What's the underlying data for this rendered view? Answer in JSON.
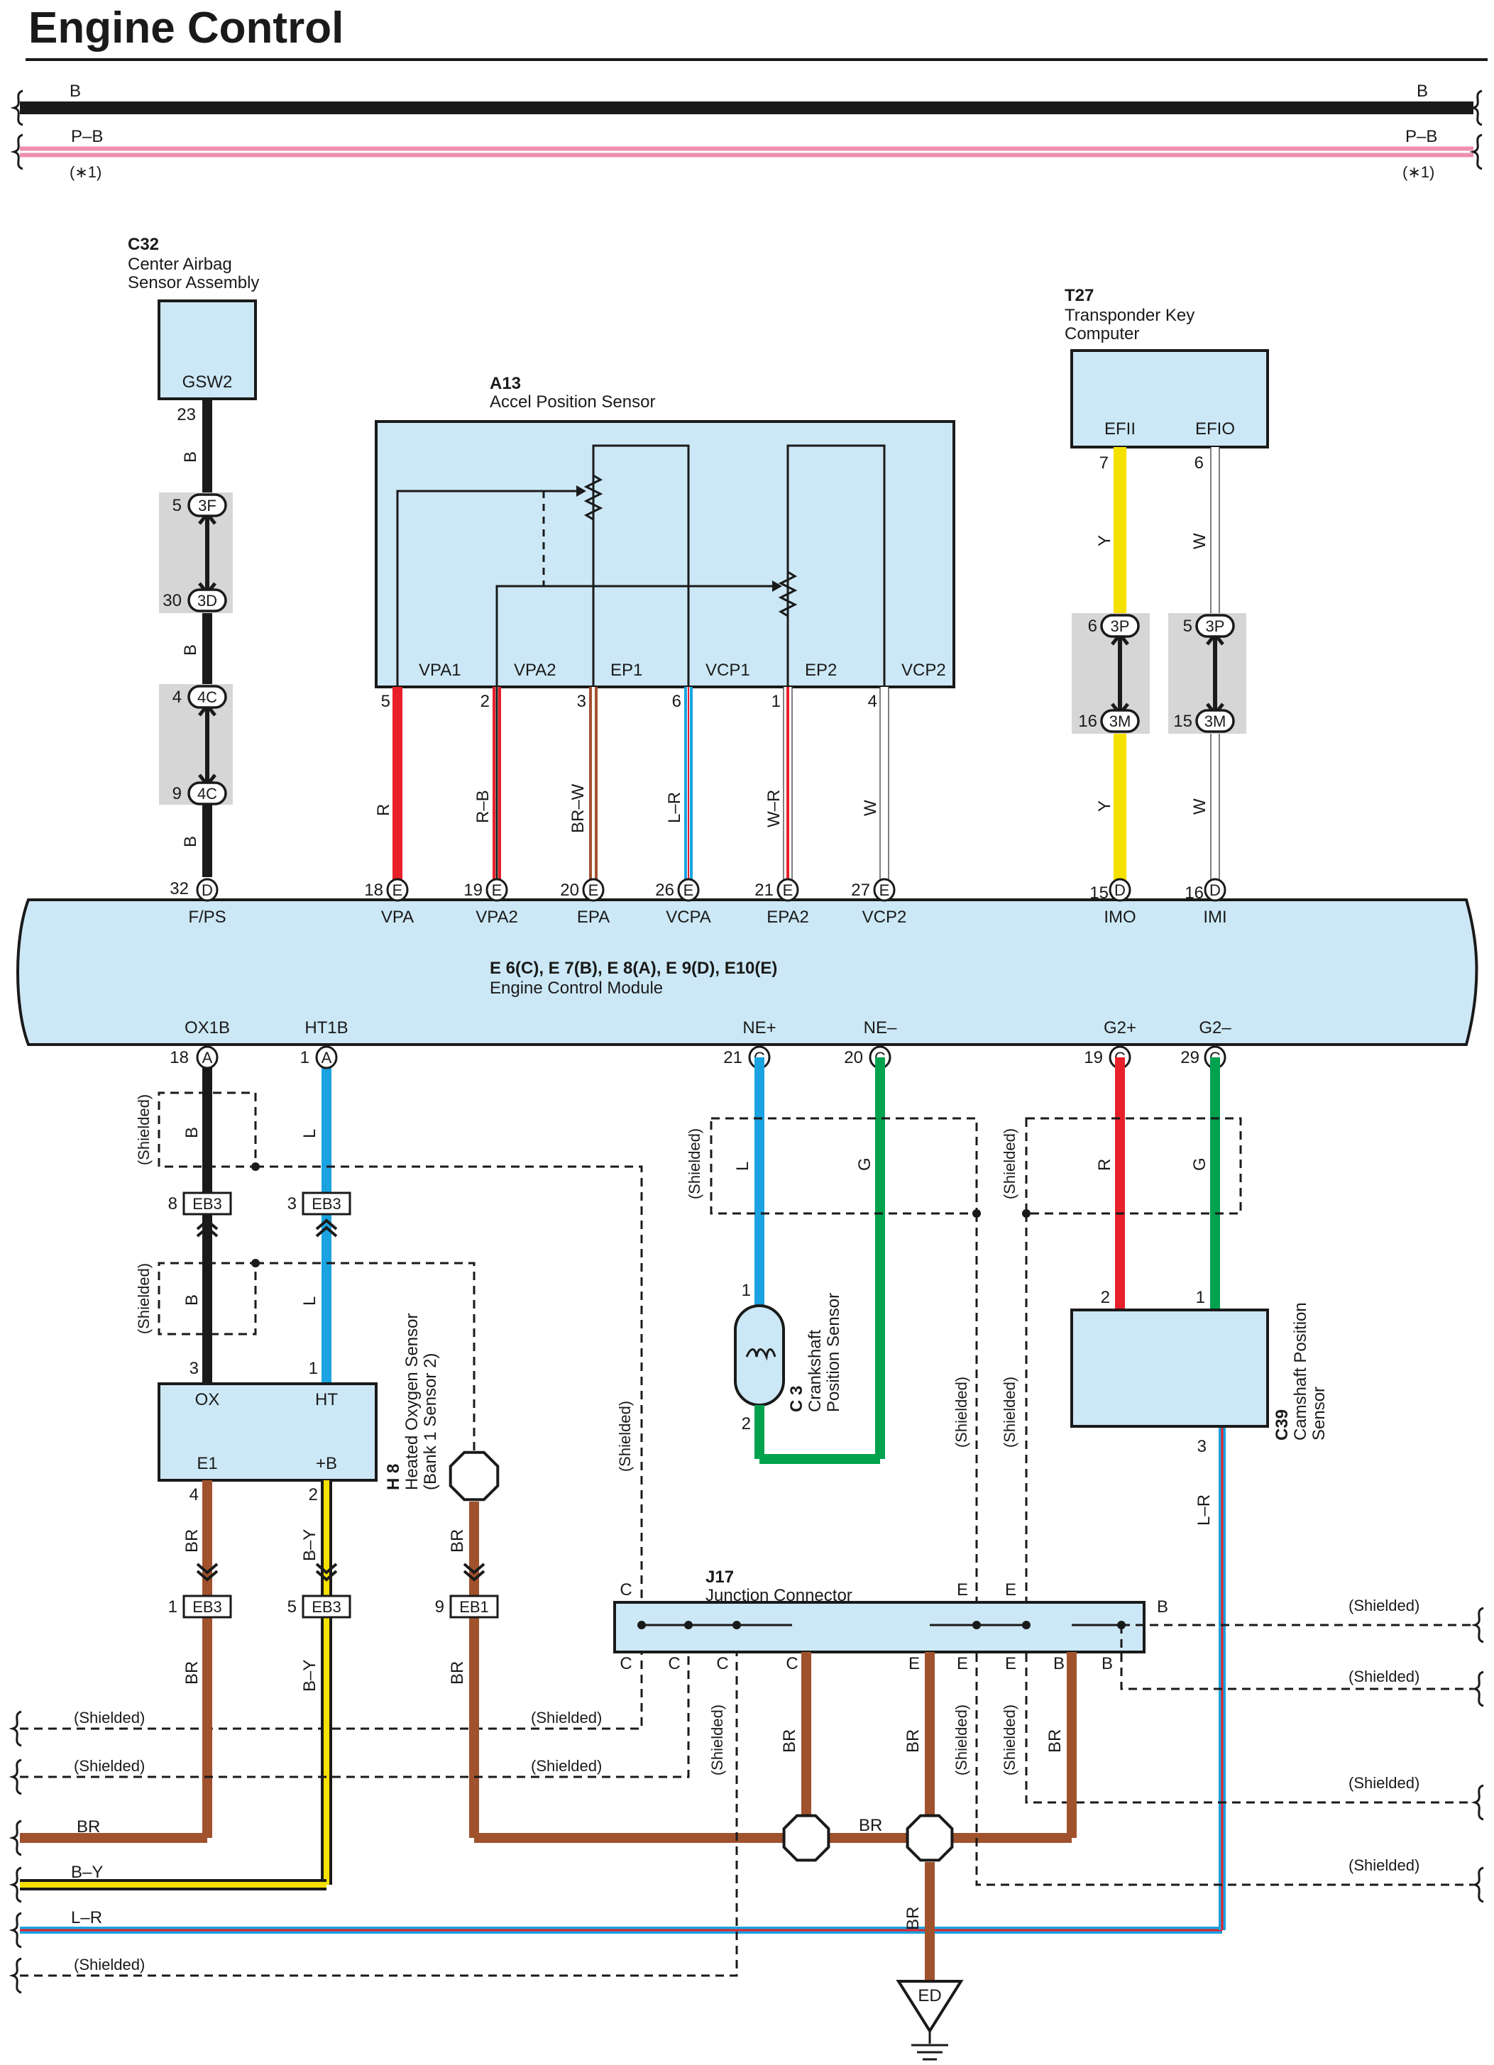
{
  "page_title": "Engine Control",
  "colors": {
    "box_fill": "#cce8f6",
    "black": "#1a1a1a",
    "red": "#e8202a",
    "brown": "#a0522d",
    "blue": "#1aa3e0",
    "green": "#00a24e",
    "yellow": "#f5e000",
    "pink": "#f08cb0",
    "connector_gray": "#d6d6d6"
  },
  "top_bus": {
    "b_left": "B",
    "b_right": "B",
    "pb_left": "P–B",
    "pb_right": "P–B",
    "note_left": "(∗1)",
    "note_right": "(∗1)"
  },
  "c32": {
    "code": "C32",
    "line1": "Center Airbag",
    "line2": "Sensor Assembly",
    "terminal": "GSW2"
  },
  "a13": {
    "code": "A13",
    "name": "Accel Position Sensor",
    "terminals": [
      "VPA1",
      "VPA2",
      "EP1",
      "VCP1",
      "EP2",
      "VCP2"
    ]
  },
  "t27": {
    "code": "T27",
    "line1": "Transponder Key",
    "line2": "Computer",
    "terminals": [
      "EFII",
      "EFIO"
    ]
  },
  "ecm": {
    "line1": "E 6(C), E 7(B), E 8(A), E 9(D), E10(E)",
    "line2": "Engine Control Module",
    "top_labels": [
      "F/PS",
      "VPA",
      "VPA2",
      "EPA",
      "VCPA",
      "EPA2",
      "VCP2",
      "IMO",
      "IMI"
    ],
    "bottom_labels": [
      "OX1B",
      "HT1B",
      "NE+",
      "NE–",
      "G2+",
      "G2–"
    ]
  },
  "h8": {
    "code": "H 8",
    "line1": "Heated Oxygen Sensor",
    "line2": "(Bank 1 Sensor 2)",
    "terminals": [
      "OX",
      "HT",
      "E1",
      "+B"
    ]
  },
  "c3": {
    "code": "C 3",
    "line1": "Crankshaft",
    "line2": "Position Sensor"
  },
  "c39": {
    "code": "C39",
    "line1": "Camshaft Position",
    "line2": "Sensor"
  },
  "j17": {
    "code": "J17",
    "name": "Junction Connector"
  },
  "ground": {
    "label": "ED"
  },
  "wire_labels": {
    "B": "B",
    "R": "R",
    "RB": "R–B",
    "BRW": "BR–W",
    "LR": "L–R",
    "WR": "W–R",
    "W": "W",
    "Y": "Y",
    "L": "L",
    "G": "G",
    "BR": "BR",
    "BY": "B–Y",
    "shielded": "(Shielded)"
  },
  "pins": {
    "p23": "23",
    "p5": "5",
    "p30": "30",
    "p4": "4",
    "p9": "9",
    "p32": "32",
    "p2": "2",
    "p3": "3",
    "p6": "6",
    "p1": "1",
    "p18": "18",
    "p19": "19",
    "p20": "20",
    "p26": "26",
    "p21": "21",
    "p27": "27",
    "p7": "7",
    "p16": "16",
    "p15": "15",
    "p29": "29",
    "p8": "8"
  },
  "connectors": {
    "c3F": "3F",
    "c3D": "3D",
    "c4C": "4C",
    "c3P": "3P",
    "c3M": "3M",
    "D": "D",
    "E": "E",
    "A": "A",
    "C": "C",
    "B": "B",
    "EB3": "EB3",
    "EB1": "EB1"
  }
}
